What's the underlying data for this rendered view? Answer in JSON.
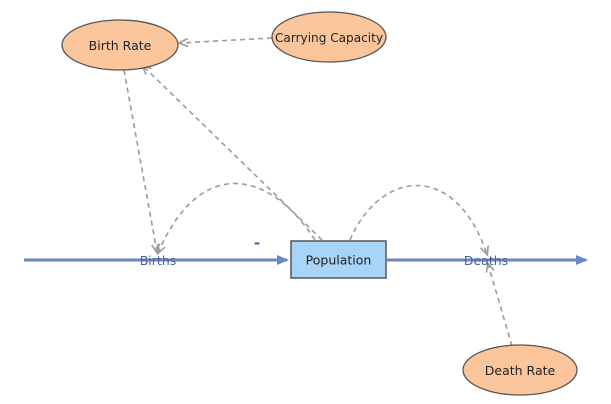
{
  "diagram": {
    "variables": {
      "birth_rate": "Birth Rate",
      "carrying_capacity": "Carrying Capacity",
      "death_rate": "Death Rate"
    },
    "stock": "Population",
    "flows": {
      "births": "Births",
      "deaths": "Deaths"
    },
    "sign": "-"
  },
  "colors": {
    "variable_fill": "#fcc69d",
    "variable_stroke": "#555555",
    "stock_fill": "#a8d4f7",
    "stock_stroke": "#555555",
    "flow": "#6a86c4",
    "flow_label": "#4a6396",
    "link": "#9b9b9b",
    "sign": "#4a6396"
  }
}
